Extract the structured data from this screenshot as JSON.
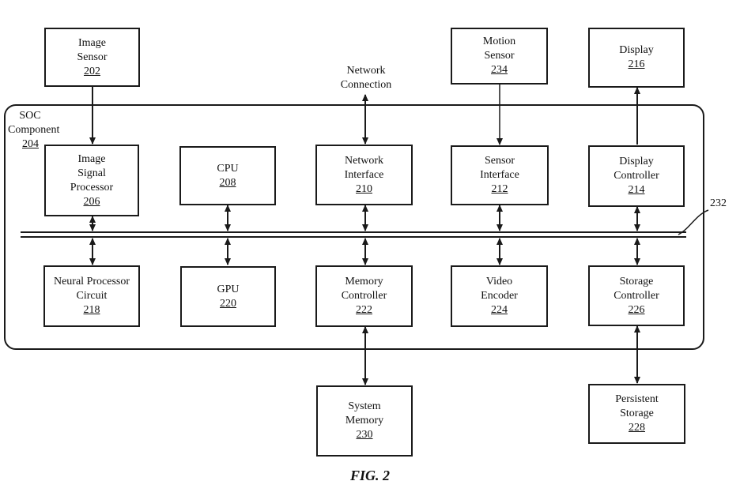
{
  "soc": {
    "name": "SOC Component",
    "ref": "204"
  },
  "network_connection": "Network Connection",
  "bus_ref": "232",
  "figure_caption": "FIG. 2",
  "blocks": {
    "image_sensor": {
      "lines": [
        "Image",
        "Sensor"
      ],
      "ref": "202"
    },
    "motion_sensor": {
      "lines": [
        "Motion",
        "Sensor"
      ],
      "ref": "234"
    },
    "display": {
      "lines": [
        "Display"
      ],
      "ref": "216"
    },
    "isp": {
      "lines": [
        "Image",
        "Signal",
        "Processor"
      ],
      "ref": "206"
    },
    "cpu": {
      "lines": [
        "CPU"
      ],
      "ref": "208"
    },
    "network_interface": {
      "lines": [
        "Network",
        "Interface"
      ],
      "ref": "210"
    },
    "sensor_interface": {
      "lines": [
        "Sensor",
        "Interface"
      ],
      "ref": "212"
    },
    "display_controller": {
      "lines": [
        "Display",
        "Controller"
      ],
      "ref": "214"
    },
    "neural_processor": {
      "lines": [
        "Neural Processor",
        "Circuit"
      ],
      "ref": "218"
    },
    "gpu": {
      "lines": [
        "GPU"
      ],
      "ref": "220"
    },
    "memory_controller": {
      "lines": [
        "Memory",
        "Controller"
      ],
      "ref": "222"
    },
    "video_encoder": {
      "lines": [
        "Video",
        "Encoder"
      ],
      "ref": "224"
    },
    "storage_controller": {
      "lines": [
        "Storage",
        "Controller"
      ],
      "ref": "226"
    },
    "system_memory": {
      "lines": [
        "System",
        "Memory"
      ],
      "ref": "230"
    },
    "persistent_storage": {
      "lines": [
        "Persistent",
        "Storage"
      ],
      "ref": "228"
    }
  }
}
